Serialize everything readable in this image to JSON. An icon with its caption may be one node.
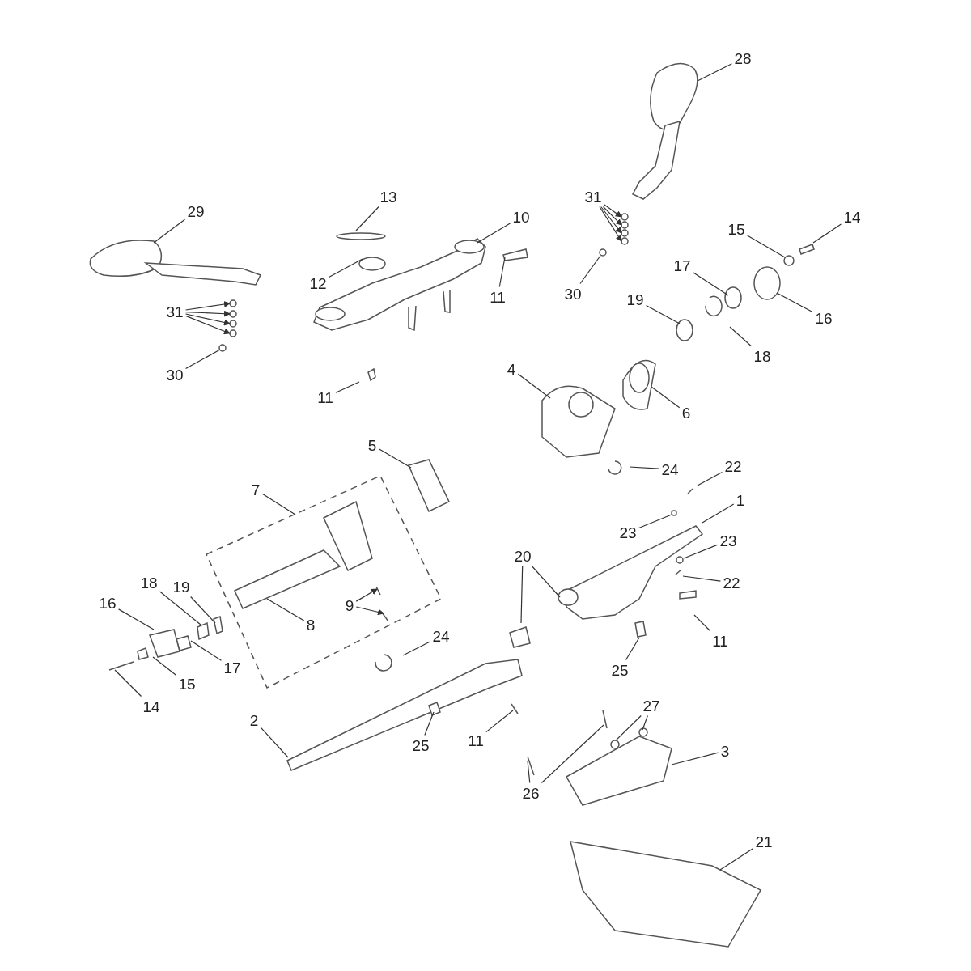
{
  "diagram": {
    "nodes": [
      {
        "text": [
          "28"
        ]
      },
      {
        "text": [
          "13"
        ]
      },
      {
        "text": [
          "29"
        ]
      },
      {
        "text": [
          "10"
        ]
      },
      {
        "text": [
          "31"
        ]
      },
      {
        "text": [
          "15"
        ]
      },
      {
        "text": [
          "14"
        ]
      },
      {
        "text": [
          "12"
        ]
      },
      {
        "text": [
          "11"
        ]
      },
      {
        "text": [
          "17"
        ]
      },
      {
        "text": [
          "31"
        ]
      },
      {
        "text": [
          "30"
        ]
      },
      {
        "text": [
          "19"
        ]
      },
      {
        "text": [
          "16"
        ]
      },
      {
        "text": [
          "18"
        ]
      },
      {
        "text": [
          "30"
        ]
      },
      {
        "text": [
          "11"
        ]
      },
      {
        "text": [
          "4"
        ]
      },
      {
        "text": [
          "6"
        ]
      },
      {
        "text": [
          "5"
        ]
      },
      {
        "text": [
          "24"
        ]
      },
      {
        "text": [
          "22"
        ]
      },
      {
        "text": [
          "7"
        ]
      },
      {
        "text": [
          "1"
        ]
      },
      {
        "text": [
          "23"
        ]
      },
      {
        "text": [
          "23"
        ]
      },
      {
        "text": [
          "20"
        ]
      },
      {
        "text": [
          "19"
        ]
      },
      {
        "text": [
          "18"
        ]
      },
      {
        "text": [
          "22"
        ]
      },
      {
        "text": [
          "16"
        ]
      },
      {
        "text": [
          "9"
        ]
      },
      {
        "text": [
          "8"
        ]
      },
      {
        "text": [
          "24"
        ]
      },
      {
        "text": [
          "17"
        ]
      },
      {
        "text": [
          "11"
        ]
      },
      {
        "text": [
          "15"
        ]
      },
      {
        "text": [
          "25"
        ]
      },
      {
        "text": [
          "14"
        ]
      },
      {
        "text": [
          "2"
        ]
      },
      {
        "text": [
          "27"
        ]
      },
      {
        "text": [
          "25"
        ]
      },
      {
        "text": [
          "11"
        ]
      },
      {
        "text": [
          "3"
        ]
      },
      {
        "text": [
          "26"
        ]
      },
      {
        "text": [
          "21"
        ]
      }
    ],
    "edges": [
      {
        "from": 0,
        "to": null,
        "arrow": "none"
      },
      {
        "from": 1,
        "to": null,
        "arrow": "none"
      },
      {
        "from": 2,
        "to": null,
        "arrow": "none"
      },
      {
        "from": 3,
        "to": null,
        "arrow": "none"
      },
      {
        "from": 4,
        "to": null,
        "arrow": "to"
      },
      {
        "from": 4,
        "to": null,
        "arrow": "to"
      },
      {
        "from": 4,
        "to": null,
        "arrow": "to"
      },
      {
        "from": 4,
        "to": null,
        "arrow": "to"
      },
      {
        "from": 5,
        "to": null,
        "arrow": "none"
      },
      {
        "from": 6,
        "to": null,
        "arrow": "none"
      },
      {
        "from": 7,
        "to": null,
        "arrow": "none"
      },
      {
        "from": 8,
        "to": null,
        "arrow": "none"
      },
      {
        "from": 9,
        "to": null,
        "arrow": "none"
      },
      {
        "from": 10,
        "to": null,
        "arrow": "to"
      },
      {
        "from": 10,
        "to": null,
        "arrow": "to"
      },
      {
        "from": 10,
        "to": null,
        "arrow": "to"
      },
      {
        "from": 10,
        "to": null,
        "arrow": "to"
      },
      {
        "from": 11,
        "to": null,
        "arrow": "none"
      },
      {
        "from": 12,
        "to": null,
        "arrow": "none"
      },
      {
        "from": 13,
        "to": null,
        "arrow": "none"
      },
      {
        "from": 14,
        "to": null,
        "arrow": "none"
      },
      {
        "from": 15,
        "to": null,
        "arrow": "none"
      },
      {
        "from": 16,
        "to": null,
        "arrow": "none"
      },
      {
        "from": 17,
        "to": null,
        "arrow": "none"
      },
      {
        "from": 18,
        "to": null,
        "arrow": "none"
      },
      {
        "from": 19,
        "to": null,
        "arrow": "none"
      },
      {
        "from": 20,
        "to": null,
        "arrow": "none"
      },
      {
        "from": 21,
        "to": null,
        "arrow": "none"
      },
      {
        "from": 22,
        "to": null,
        "arrow": "none"
      },
      {
        "from": 23,
        "to": null,
        "arrow": "none"
      },
      {
        "from": 24,
        "to": null,
        "arrow": "none"
      },
      {
        "from": 25,
        "to": null,
        "arrow": "none"
      },
      {
        "from": 26,
        "to": null,
        "arrow": "none"
      },
      {
        "from": 26,
        "to": null,
        "arrow": "none"
      },
      {
        "from": 27,
        "to": null,
        "arrow": "none"
      },
      {
        "from": 28,
        "to": null,
        "arrow": "none"
      },
      {
        "from": 29,
        "to": null,
        "arrow": "none"
      },
      {
        "from": 30,
        "to": null,
        "arrow": "none"
      },
      {
        "from": 31,
        "to": null,
        "arrow": "to"
      },
      {
        "from": 31,
        "to": null,
        "arrow": "to"
      },
      {
        "from": 32,
        "to": null,
        "arrow": "none"
      },
      {
        "from": 33,
        "to": null,
        "arrow": "none"
      },
      {
        "from": 34,
        "to": null,
        "arrow": "none"
      },
      {
        "from": 35,
        "to": null,
        "arrow": "none"
      },
      {
        "from": 36,
        "to": null,
        "arrow": "none"
      },
      {
        "from": 37,
        "to": null,
        "arrow": "none"
      },
      {
        "from": 38,
        "to": null,
        "arrow": "none"
      },
      {
        "from": 39,
        "to": null,
        "arrow": "none"
      },
      {
        "from": 40,
        "to": null,
        "arrow": "none"
      },
      {
        "from": 40,
        "to": null,
        "arrow": "none"
      },
      {
        "from": 41,
        "to": null,
        "arrow": "none"
      },
      {
        "from": 42,
        "to": null,
        "arrow": "none"
      },
      {
        "from": 43,
        "to": null,
        "arrow": "none"
      },
      {
        "from": 44,
        "to": null,
        "arrow": "none"
      },
      {
        "from": 44,
        "to": null,
        "arrow": "none"
      },
      {
        "from": 45,
        "to": null,
        "arrow": "none"
      }
    ]
  }
}
